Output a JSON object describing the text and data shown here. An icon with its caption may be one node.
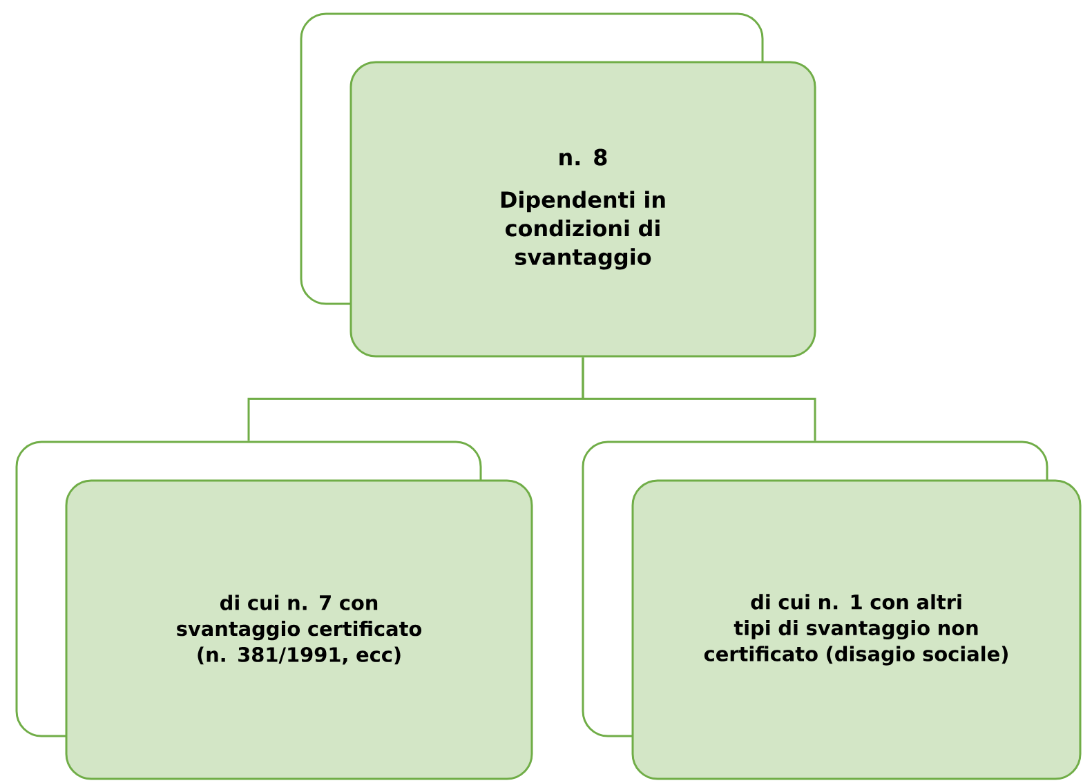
{
  "diagram": {
    "nodes": [
      {
        "text": [
          "n. 8",
          "Dipendenti in condizioni di svantaggio"
        ]
      },
      {
        "text": [
          "di cui n. 7 con svantaggio certificato (n. 381/1991, ecc)"
        ]
      },
      {
        "text": [
          "di cui n. 1 con altri tipi di svantaggio non certificato (disagio sociale)"
        ]
      }
    ],
    "edges": [
      {
        "from": 0,
        "to": 1,
        "arrow": "none"
      },
      {
        "from": 0,
        "to": 2,
        "arrow": "none"
      }
    ]
  }
}
